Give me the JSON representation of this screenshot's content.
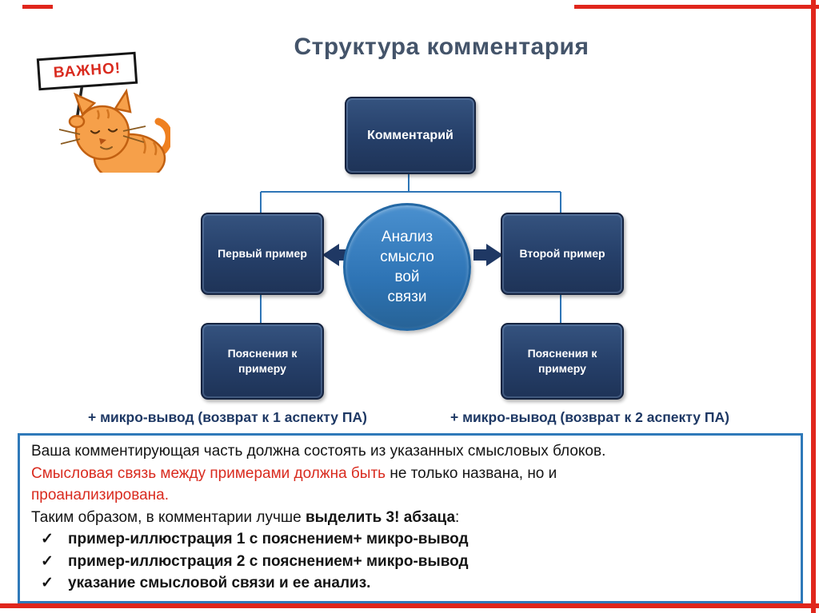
{
  "slide": {
    "title": "Структура комментария"
  },
  "badge": {
    "label": "ВАЖНО!"
  },
  "diagram": {
    "root": "Комментарий",
    "first_example": "Первый пример",
    "second_example": "Второй пример",
    "center_full": "Анализ смысловой связи",
    "center_lines": [
      "Анализ",
      "смысло",
      "вой",
      "связи"
    ],
    "explanation_left": "Пояснения к примеру",
    "explanation_right": "Пояснения к примеру",
    "micro_left": "+ микро-вывод (возврат к 1 аспекту ПА)",
    "micro_right": "+ микро-вывод (возврат к 2 аспекту ПА)"
  },
  "note": {
    "line1": "Ваша комментирующая часть должна состоять из указанных  смысловых блоков.",
    "line2": {
      "red": "Смысловая связь между примерами должна быть",
      "black": " не только названа, но и"
    },
    "line3": {
      "red": "проанализирована."
    },
    "line4": {
      "pre": "Таким образом, в комментарии лучше ",
      "bold": "выделить 3! абзаца",
      "post": ":"
    },
    "check": "✓",
    "bullets": [
      "пример-иллюстрация 1 с пояснением+ микро-вывод",
      "пример-иллюстрация 2 с пояснением+ микро-вывод",
      "указание смысловой связи и ее анализ."
    ]
  },
  "colors": {
    "frame_red": "#E0261C",
    "text_red": "#D92B1F",
    "box_navy": "#26406A",
    "circle_blue": "#2E74B5",
    "title_gray": "#44546A",
    "micro_navy": "#1E3864",
    "note_border_blue": "#2F79B9"
  }
}
